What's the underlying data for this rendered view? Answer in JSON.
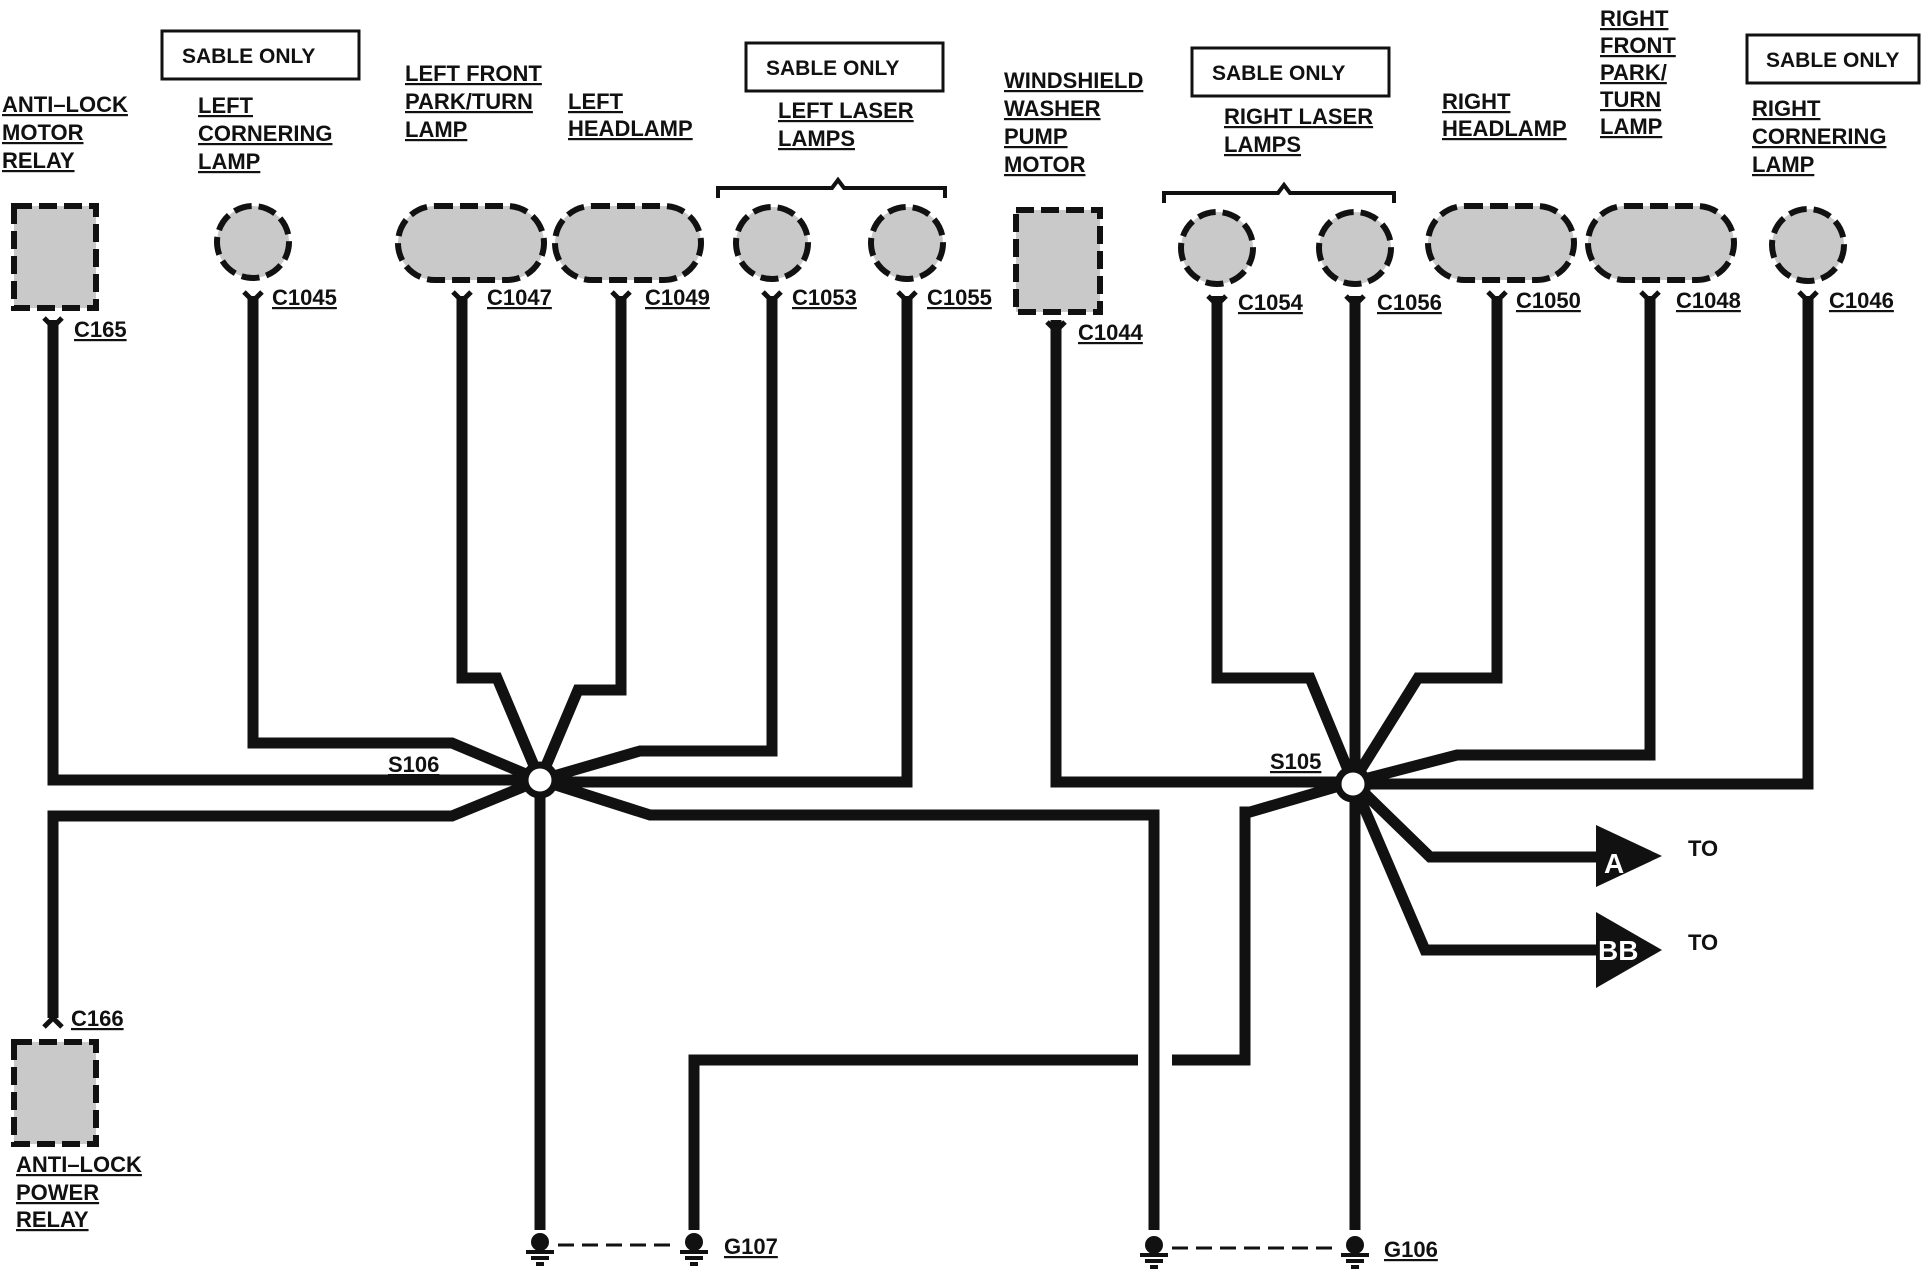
{
  "boxes": {
    "sable_1": "SABLE ONLY",
    "sable_2": "SABLE ONLY",
    "sable_3": "SABLE ONLY",
    "sable_4": "SABLE ONLY"
  },
  "components": {
    "antilock_motor_relay": [
      "ANTI–LOCK",
      "MOTOR",
      "RELAY"
    ],
    "left_cornering_lamp": [
      "LEFT",
      "CORNERING",
      "LAMP"
    ],
    "left_front_park_turn_lamp": [
      "LEFT FRONT",
      "PARK/TURN",
      "LAMP"
    ],
    "left_headlamp": [
      "LEFT",
      "HEADLAMP"
    ],
    "left_laser_lamps": [
      "LEFT LASER",
      "LAMPS"
    ],
    "windshield_washer_pump_motor": [
      "WINDSHIELD",
      "WASHER",
      "PUMP",
      "MOTOR"
    ],
    "right_laser_lamps": [
      "RIGHT LASER",
      "LAMPS"
    ],
    "right_headlamp": [
      "RIGHT",
      "HEADLAMP"
    ],
    "right_front_park_turn_lamp": [
      "RIGHT",
      "FRONT",
      "PARK/",
      "TURN",
      "LAMP"
    ],
    "right_cornering_lamp": [
      "RIGHT",
      "CORNERING",
      "LAMP"
    ],
    "antilock_power_relay": [
      "ANTI–LOCK",
      "POWER",
      "RELAY"
    ]
  },
  "connectors": {
    "c165": "C165",
    "c1045": "C1045",
    "c1047": "C1047",
    "c1049": "C1049",
    "c1053": "C1053",
    "c1055": "C1055",
    "c1044": "C1044",
    "c1054": "C1054",
    "c1056": "C1056",
    "c1050": "C1050",
    "c1048": "C1048",
    "c1046": "C1046",
    "c166": "C166"
  },
  "splices": {
    "s106": "S106",
    "s105": "S105"
  },
  "grounds": {
    "g107": "G107",
    "g106": "G106"
  },
  "references": {
    "a": {
      "letter": "A",
      "to": "TO"
    },
    "bb": {
      "letter": "BB",
      "to": "TO"
    }
  }
}
